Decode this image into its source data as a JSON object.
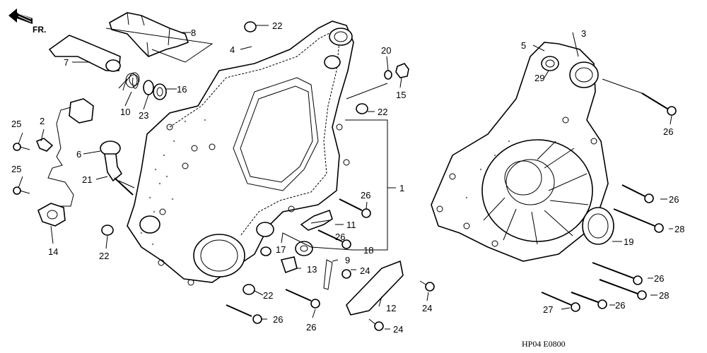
{
  "direction": "FR.",
  "code": "HP04 E0800",
  "callouts": [
    {
      "n": "1"
    },
    {
      "n": "2"
    },
    {
      "n": "3"
    },
    {
      "n": "4"
    },
    {
      "n": "5"
    },
    {
      "n": "6"
    },
    {
      "n": "7"
    },
    {
      "n": "8"
    },
    {
      "n": "9"
    },
    {
      "n": "10"
    },
    {
      "n": "11"
    },
    {
      "n": "12"
    },
    {
      "n": "13"
    },
    {
      "n": "14"
    },
    {
      "n": "15"
    },
    {
      "n": "16"
    },
    {
      "n": "17"
    },
    {
      "n": "18"
    },
    {
      "n": "19"
    },
    {
      "n": "20"
    },
    {
      "n": "21"
    },
    {
      "n": "22"
    },
    {
      "n": "22"
    },
    {
      "n": "22"
    },
    {
      "n": "22"
    },
    {
      "n": "23"
    },
    {
      "n": "24"
    },
    {
      "n": "24"
    },
    {
      "n": "24"
    },
    {
      "n": "25"
    },
    {
      "n": "25"
    },
    {
      "n": "26"
    },
    {
      "n": "26"
    },
    {
      "n": "26"
    },
    {
      "n": "26"
    },
    {
      "n": "26"
    },
    {
      "n": "26"
    },
    {
      "n": "26"
    },
    {
      "n": "26"
    },
    {
      "n": "27"
    },
    {
      "n": "28"
    },
    {
      "n": "28"
    },
    {
      "n": "29"
    }
  ]
}
